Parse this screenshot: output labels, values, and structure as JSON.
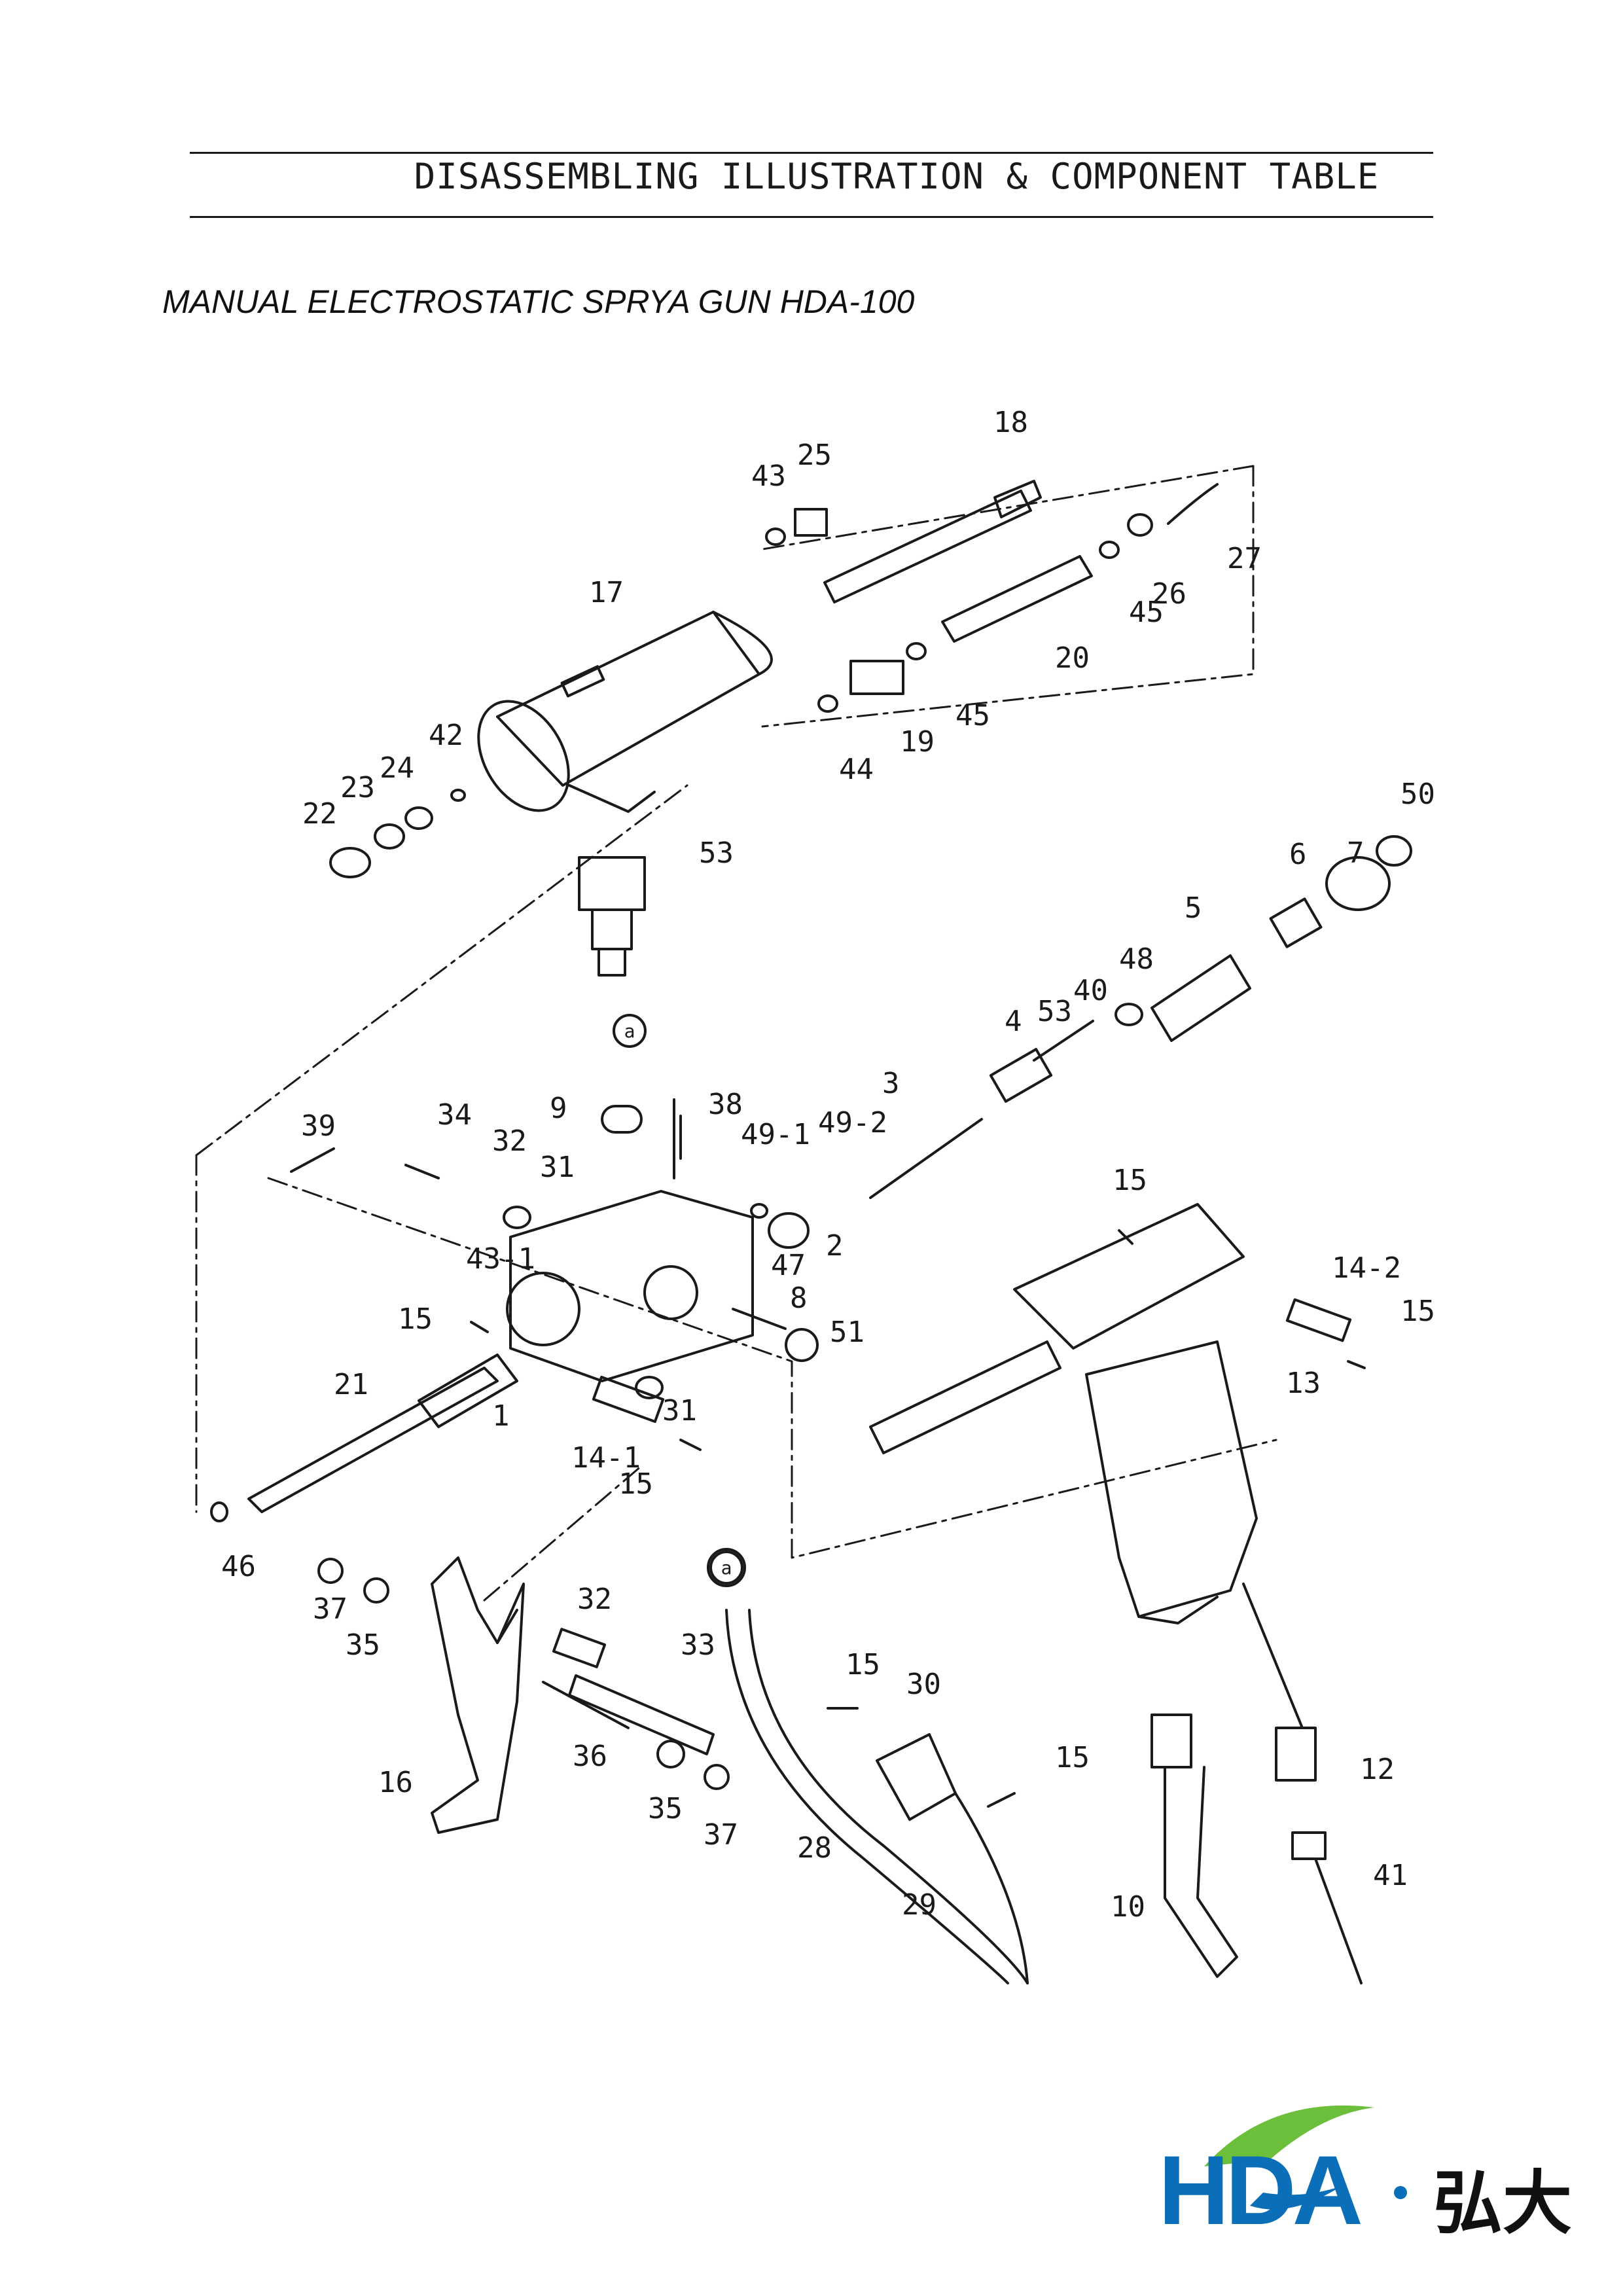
{
  "header": {
    "title": "DISASSEMBLING ILLUSTRATION & COMPONENT TABLE"
  },
  "document": {
    "title": "MANUAL ELECTROSTATIC SPRYA GUN HDA-100"
  },
  "callouts": [
    "18",
    "43",
    "25",
    "17",
    "27",
    "26",
    "45",
    "20",
    "45",
    "44",
    "19",
    "42",
    "24",
    "23",
    "22",
    "53",
    "50",
    "7",
    "6",
    "5",
    "48",
    "40",
    "53",
    "4",
    "3",
    "9",
    "38",
    "49-2",
    "49-1",
    "39",
    "34",
    "32",
    "31",
    "2",
    "47",
    "43-1",
    "15",
    "8",
    "51",
    "15",
    "14-2",
    "15",
    "13",
    "21",
    "1",
    "31",
    "14-1",
    "15",
    "46",
    "37",
    "35",
    "32",
    "33",
    "36",
    "16",
    "35",
    "37",
    "28",
    "15",
    "30",
    "15",
    "29",
    "12",
    "41",
    "10"
  ],
  "connector_marker": "a",
  "logo": {
    "latin": "HDA",
    "cjk": "弘大",
    "colors": {
      "blue": "#0a6fb8",
      "green": "#6cbf3a"
    }
  }
}
